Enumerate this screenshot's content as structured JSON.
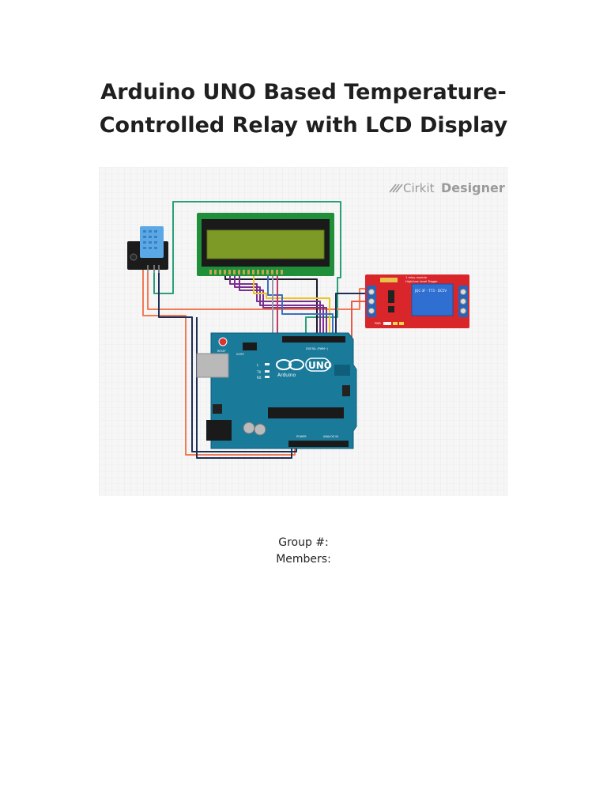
{
  "title": {
    "line1": "Arduino UNO Based Temperature-",
    "line2": "Controlled Relay with LCD Display"
  },
  "figure": {
    "watermark_prefix": "Cirkit",
    "watermark_suffix": "Designer",
    "arduino_logo": "UNO",
    "arduino_brand": "Arduino",
    "relay_title_1": "1 relay module",
    "relay_title_2": "High/Low Level Trigger",
    "relay_spec": "JQC-3F - T73 - DC5V",
    "relay_pwr": "PWR",
    "arduino_reset": "RESET",
    "arduino_icsp": "ICSP2",
    "arduino_l": "L",
    "arduino_tx": "TX",
    "arduino_rx": "RX",
    "arduino_on": "ON",
    "arduino_digital": "DIGITAL (PWM~)",
    "arduino_power": "POWER",
    "arduino_analog": "ANALOG IN"
  },
  "caption": {
    "group": "Group #:",
    "members": "Members:"
  }
}
